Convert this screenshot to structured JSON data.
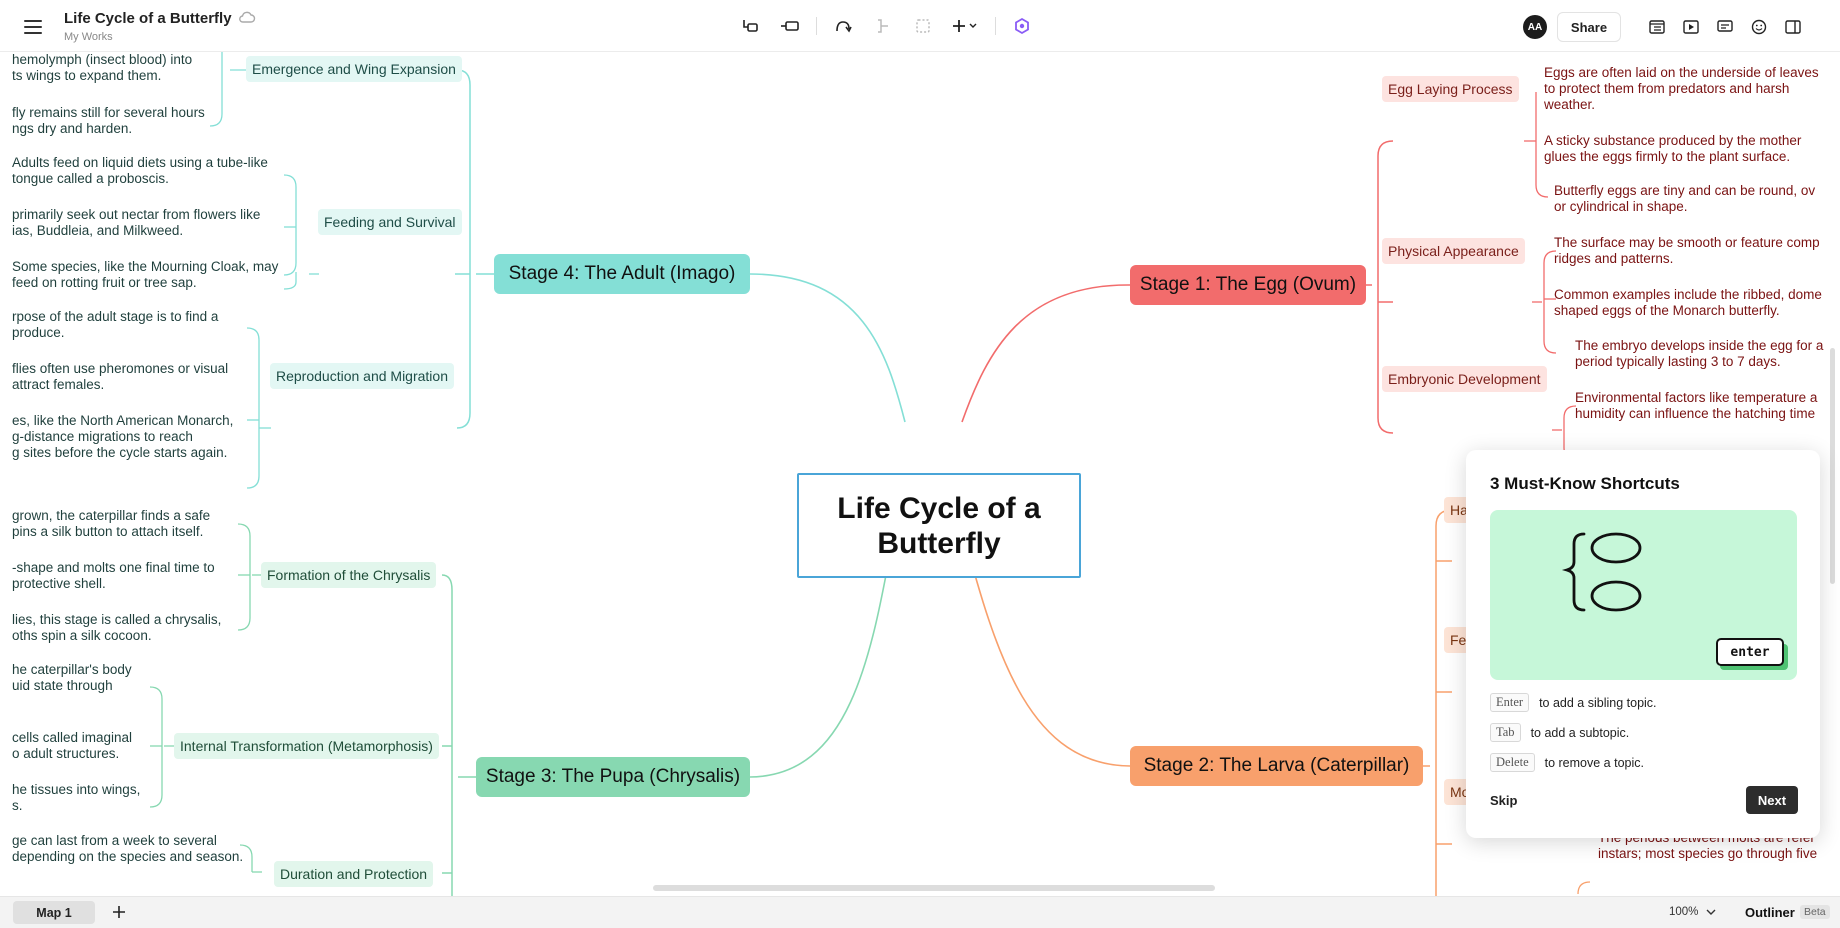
{
  "header": {
    "title": "Life Cycle of a Butterfly",
    "subtitle": "My Works",
    "share_label": "Share",
    "avatar_initials": "AA"
  },
  "map": {
    "central": "Life Cycle of a Butterfly",
    "stage_egg": {
      "label": "Stage 1: The Egg (Ovum)",
      "color": "#f26c6c",
      "subs": [
        {
          "label": "Egg Laying Process",
          "leaves": [
            "Eggs are often laid on the underside of leaves\nto protect them from predators and harsh\nweather.",
            "A sticky substance produced by the mother\nglues the eggs firmly to the plant surface."
          ]
        },
        {
          "label": "Physical Appearance",
          "leaves": [
            "Butterfly eggs are tiny and can be round, ov\nor cylindrical in shape.",
            "The surface may be smooth or feature comp\nridges and patterns.",
            "Common examples include the ribbed, dome\nshaped eggs of the Monarch butterfly."
          ]
        },
        {
          "label": "Embryonic Development",
          "leaves": [
            "The embryo develops inside the egg for a\nperiod typically lasting 3 to 7 days.",
            "Environmental factors like temperature a\nhumidity can influence the hatching time"
          ]
        }
      ]
    },
    "stage_larva": {
      "label": "Stage 2: The Larva (Caterpillar)",
      "color": "#f8a06c",
      "subs": [
        {
          "label": "Hat"
        },
        {
          "label": "Fee"
        },
        {
          "label": "Mol",
          "leaves": [
            "The periods between molts are refer\ninstars; most species go through five"
          ]
        }
      ]
    },
    "stage_adult": {
      "label": "Stage 4: The Adult (Imago)",
      "color": "#84dfd6",
      "subs": [
        {
          "label": "Emergence and Wing Expansion",
          "leaves": [
            "hemolymph (insect blood) into\nts wings to expand them.",
            "fly remains still for several hours\nngs dry and harden."
          ]
        },
        {
          "label": "Feeding and Survival",
          "leaves": [
            "Adults feed on liquid diets using a tube-like\ntongue called a proboscis.",
            "primarily seek out nectar from flowers like\nias, Buddleia, and Milkweed.",
            "Some species, like the Mourning Cloak, may\nfeed on rotting fruit or tree sap."
          ]
        },
        {
          "label": "Reproduction and Migration",
          "leaves": [
            "rpose of the adult stage is to find a\nproduce.",
            "flies often use pheromones or visual\nattract females.",
            "es, like the North American Monarch,\ng-distance migrations to reach\ng sites before the cycle starts again."
          ]
        }
      ]
    },
    "stage_pupa": {
      "label": "Stage 3: The Pupa (Chrysalis)",
      "color": "#87d8b1",
      "subs": [
        {
          "label": "Formation of the Chrysalis",
          "leaves": [
            "grown, the caterpillar finds a safe\npins a silk button to attach itself.",
            "-shape and molts one final time to\nprotective shell.",
            "lies, this stage is called a chrysalis,\noths spin a silk cocoon."
          ]
        },
        {
          "label": "Internal Transformation (Metamorphosis)",
          "leaves": [
            "he caterpillar's body\nuid state through",
            "cells called imaginal\no adult structures.",
            "he tissues into wings,\ns."
          ]
        },
        {
          "label": "Duration and Protection",
          "leaves": [
            "ge can last from a week to several\ndepending on the species and season."
          ]
        }
      ]
    }
  },
  "shortcuts_panel": {
    "title": "3 Must-Know Shortcuts",
    "illus_key_label": "enter",
    "rows": [
      {
        "key": "Enter",
        "text": "to add a sibling topic."
      },
      {
        "key": "Tab",
        "text": "to add a subtopic."
      },
      {
        "key": "Delete",
        "text": "to remove a topic."
      }
    ],
    "skip_label": "Skip",
    "next_label": "Next"
  },
  "footer": {
    "map_tab": "Map 1",
    "zoom": "100%",
    "outliner": "Outliner",
    "beta": "Beta"
  },
  "icons": [
    "menu-icon",
    "cloud-icon",
    "insert-topic-icon",
    "insert-subtopic-icon",
    "relationship-icon",
    "summary-icon",
    "boundary-icon",
    "insert-icon",
    "ai-icon",
    "layout-icon",
    "present-icon",
    "comment-icon",
    "emoji-icon",
    "sidebar-icon",
    "add-icon",
    "chevron-down-icon"
  ]
}
